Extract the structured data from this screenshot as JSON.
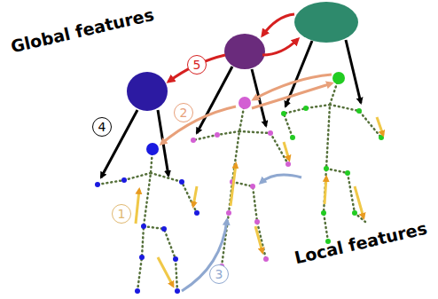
{
  "diagram": {
    "labels": [
      "Global features",
      "5",
      "2",
      "4",
      "1",
      "3",
      "Local features"
    ]
  }
}
